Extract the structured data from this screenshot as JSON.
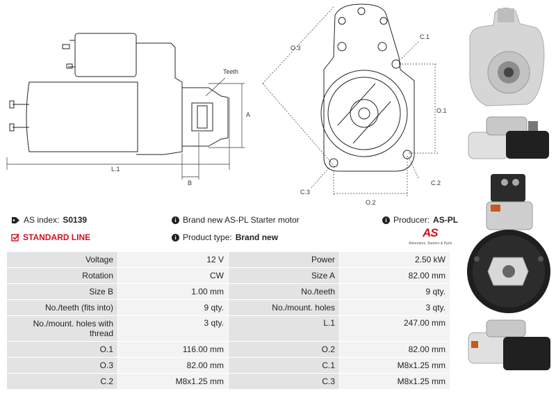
{
  "drawing": {
    "labels": {
      "teeth": "Teeth",
      "a": "A",
      "b": "B",
      "l1": "L.1",
      "o1": "O.1",
      "o2": "O.2",
      "o3": "O.3",
      "c1": "C.1",
      "c2": "C.2",
      "c3": "C.3"
    }
  },
  "info": {
    "as_index_label": "AS index:",
    "as_index_value": "S0139",
    "standard_line": "STANDARD LINE",
    "description": "Brand new AS-PL Starter motor",
    "product_type_label": "Product type:",
    "product_type_value": "Brand new",
    "producer_label": "Producer:",
    "producer_value": "AS-PL"
  },
  "logo": {
    "mark": "AS",
    "tagline": "Alternators, Starters & Parts"
  },
  "specs": [
    [
      "Voltage",
      "12 V",
      "Power",
      "2.50 kW"
    ],
    [
      "Rotation",
      "CW",
      "Size A",
      "82.00 mm"
    ],
    [
      "Size B",
      "1.00 mm",
      "No./teeth",
      "9 qty."
    ],
    [
      "No./teeth (fits into)",
      "9 qty.",
      "No./mount. holes",
      "3 qty."
    ],
    [
      "No./mount. holes with thread",
      "3 qty.",
      "L.1",
      "247.00 mm"
    ],
    [
      "O.1",
      "116.00 mm",
      "O.2",
      "82.00 mm"
    ],
    [
      "O.3",
      "82.00 mm",
      "C.1",
      "M8x1.25 mm"
    ],
    [
      "C.2",
      "M8x1.25 mm",
      "C.3",
      "M8x1.25 mm"
    ]
  ],
  "colors": {
    "accent": "#d01020",
    "label_bg": "#e3e3e3",
    "value_bg": "#f3f3f3"
  },
  "icons": {
    "as_index": "tag-icon",
    "standard_line": "checkbox-icon",
    "info": "info-icon"
  }
}
